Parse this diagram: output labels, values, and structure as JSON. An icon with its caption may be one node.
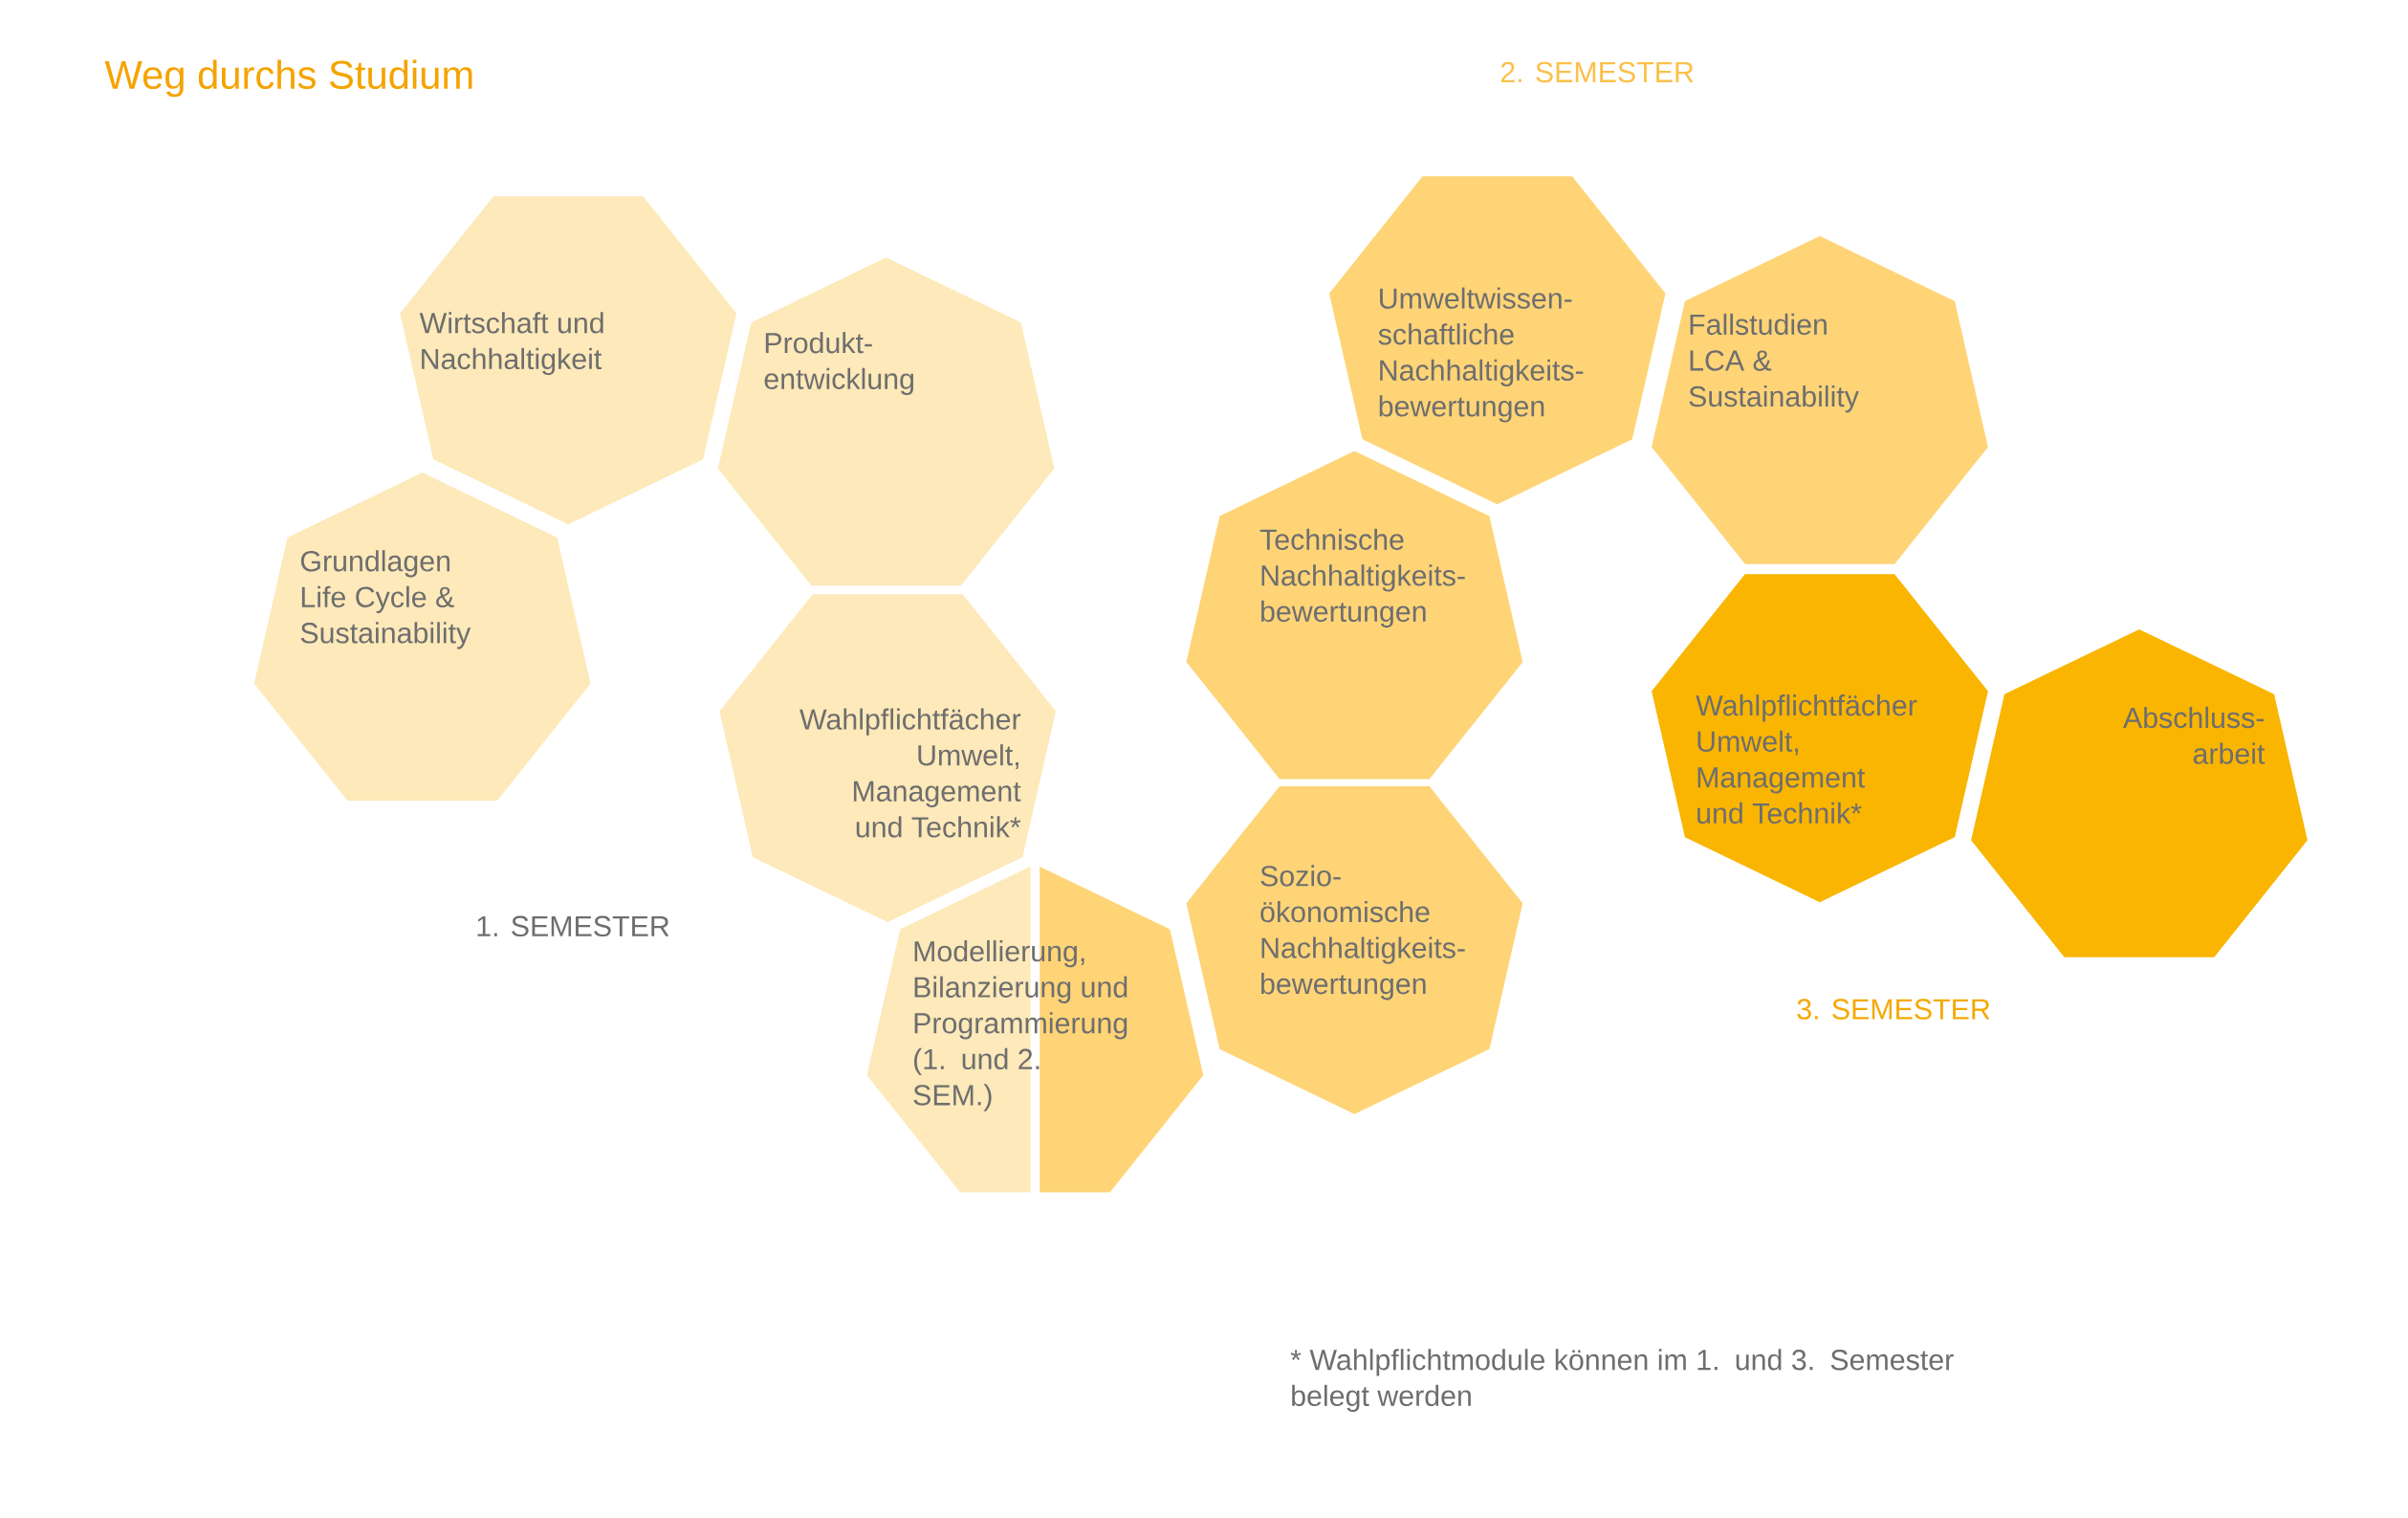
{
  "diagram": {
    "title": "Weg durchs Studium",
    "nodes": [
      {
        "text": [
          "Wirtschaft und Nachhaltigkeit"
        ]
      },
      {
        "text": [
          "Produkt- entwicklung"
        ]
      },
      {
        "text": [
          "Grundlagen Life Cycle & Sustainability"
        ]
      },
      {
        "text": [
          "Wahlpflichtfächer Umwelt, Management und Technik*"
        ]
      },
      {
        "text": [
          "Modellierung, Bilanzierung und Programmierung (1. und 2. SEM.)"
        ]
      },
      {
        "text": [
          "Umweltwissen- schaftliche Nachhaltigkeits- bewertungen"
        ]
      },
      {
        "text": [
          "Fallstudien LCA & Sustainability"
        ]
      },
      {
        "text": [
          "Technische Nachhaltigkeits- bewertungen"
        ]
      },
      {
        "text": [
          "Sozio- ökonomische Nachhaltigkeits- bewertungen"
        ]
      },
      {
        "text": [
          "Wahlpflichtfächer Umwelt, Management und Technik*"
        ]
      },
      {
        "text": [
          "Abschluss- arbeit"
        ]
      }
    ],
    "labels": [
      "2. SEMESTER",
      "1. SEMESTER",
      "3. SEMESTER",
      "* Wahlpflichtmodule können im 1. und 3. Semester belegt werden"
    ]
  }
}
